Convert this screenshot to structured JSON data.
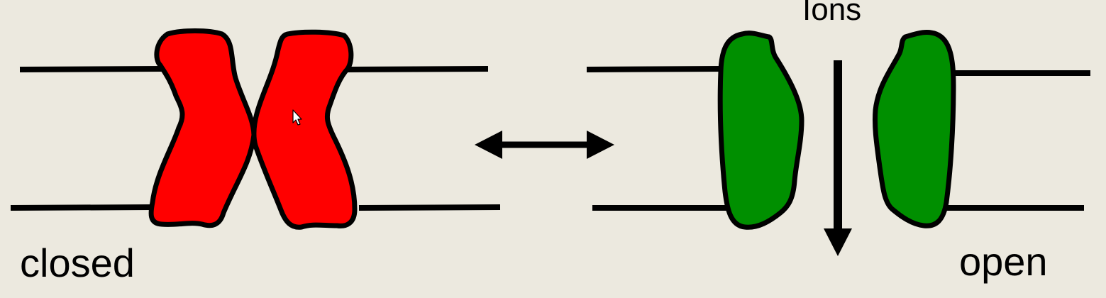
{
  "labels": {
    "closed": "closed",
    "open": "open",
    "ions": "Ions"
  },
  "colors": {
    "background": "#ECE9DF",
    "closed_channel": "#FF0000",
    "open_channel": "#008F00",
    "stroke": "#000000"
  },
  "states": [
    "closed",
    "open"
  ],
  "icons": {
    "transition": "double-headed-arrow-icon",
    "ion_flow": "down-arrow-icon",
    "pointer": "mouse-cursor-icon"
  }
}
